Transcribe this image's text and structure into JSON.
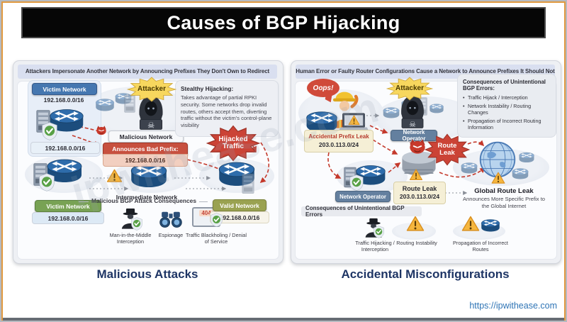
{
  "frame": {
    "title": "Causes of BGP Hijacking",
    "url": "https://ipwithease.com",
    "watermark": "ipwithease.com"
  },
  "left": {
    "header": "Attackers Impersonate Another Network by Announcing Prefixes They Don't Own to Redirect Traffic",
    "caption": "Malicious Attacks",
    "victim_top_label": "Victim Network",
    "victim_top_prefix": "192.168.0.0/16",
    "victim_top_prefix_box": "192.168.0.0/16",
    "attacker_burst": "Attacker",
    "malicious_badge": "Malicious Network",
    "stealthy_title": "Stealthy Hijacking:",
    "stealthy_body": "Takes advantage of partial RPKI security. Some networks drop invalid routes, others accept them, diverting traffic without the victim's control-plane visibility",
    "announce_label": "Announces Bad Prefix:",
    "announce_prefix": "192.168.0.0/16",
    "hijacked_burst": "Hijacked Traffic",
    "victim_bottom_label": "Victim Network",
    "victim_bottom_prefix": "192.168.0.0/16",
    "intermediate_label": "Intermediate Network",
    "valid_label": "Valid Network",
    "valid_prefix": "192.168.0.0/16",
    "consequences_title": "Malicious BGP Attack Consequences",
    "monitor_code": "404",
    "consequences": [
      {
        "label": "Man-in-the-Middle Interception"
      },
      {
        "label": "Espionage"
      },
      {
        "label": "Traffic Blackholing / Denial of Service"
      }
    ]
  },
  "right": {
    "header": "Human Error or Faulty Router Configurations Cause a Network to Announce Prefixes It Should Not",
    "caption": "Accidental Misconfigurations",
    "oops": "Oops!",
    "attacker_burst": "Attacker",
    "operator_top": "Network Operator",
    "operator_bottom": "Network Operator",
    "accidental_label": "Accidental Prefix Leak",
    "accidental_prefix": "203.0.113.0/24",
    "routeleak_burst": "Route Leak",
    "routeleak_label": "Route Leak",
    "routeleak_prefix": "203.0.113.0/24",
    "global_title": "Global Route Leak",
    "global_sub": "Announces More Specific Prefix to the Global Internet",
    "conf_box_title": "Consequences of Unintentional BGP Errors:",
    "conf_box_items": [
      "Traffic Hijack / Interception",
      "Network Instability / Routing Changes",
      "Propagation of Incorrect Routing Information"
    ],
    "consequences_title": "Consequences of Unintentional BGP Errors",
    "consequences": [
      {
        "label": "Traffic Hijacking / Interception"
      },
      {
        "label": "Routing Instability"
      },
      {
        "label": "Propagation of Incorrect Routes"
      }
    ]
  }
}
